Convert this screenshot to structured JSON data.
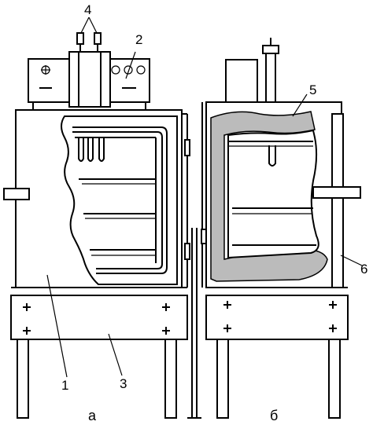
{
  "labels": {
    "part_1": "1",
    "part_2": "2",
    "part_3": "3",
    "part_4": "4",
    "part_5": "5",
    "part_6": "6"
  },
  "captions": {
    "left_view": "а",
    "right_view": "б"
  },
  "colors": {
    "stroke": "#000000",
    "background": "#ffffff",
    "insulation_fill": "#bbbbbb"
  }
}
